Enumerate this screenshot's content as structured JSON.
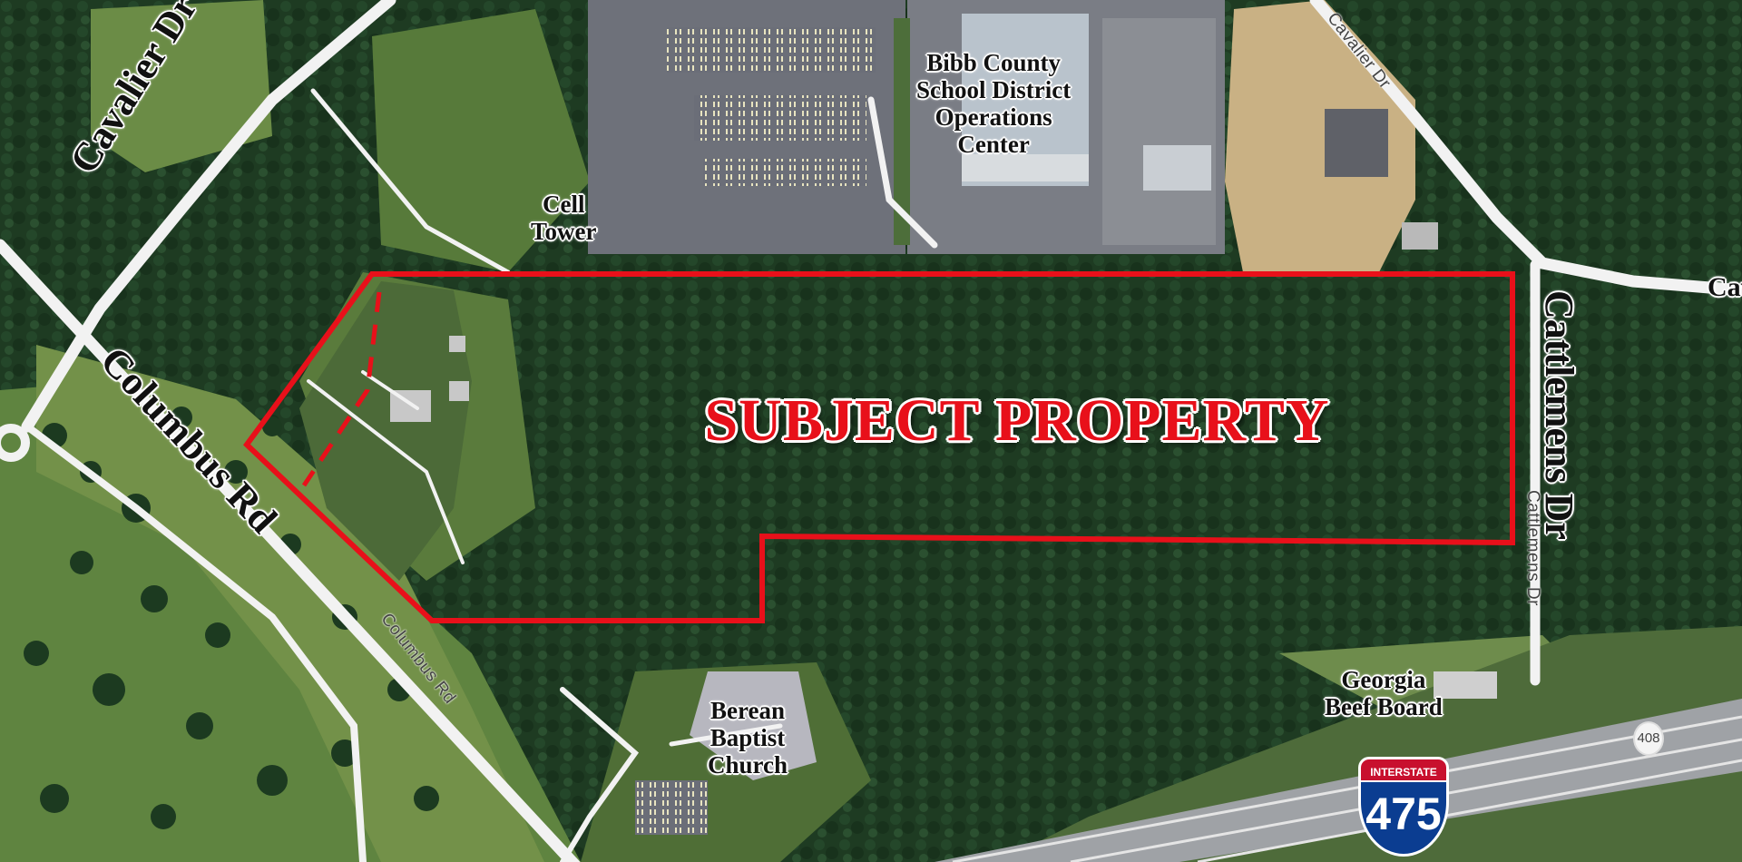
{
  "map": {
    "subject_label": "SUBJECT PROPERTY",
    "colors": {
      "boundary": "#e8101a",
      "label_red": "#e8101a",
      "road": "#f2f2f2",
      "forest": "#1e3b22",
      "field": "#5d7f3f"
    },
    "roads_large": {
      "cavalier": "Cavalier Dr",
      "columbus": "Columbus Rd",
      "cattlemens": "Cattlemens Dr",
      "cav_cut": "Cav"
    },
    "roads_small": {
      "columbus": "Columbus Rd",
      "cavalier": "Cavalier Dr",
      "cattlemens": "Cattlemens Dr"
    },
    "places": {
      "bibb": [
        "Bibb County",
        "School District",
        "Operations",
        "Center"
      ],
      "cell": [
        "Cell",
        "Tower"
      ],
      "berean": [
        "Berean",
        "Baptist",
        "Church"
      ],
      "beef": [
        "Georgia",
        "Beef Board"
      ]
    },
    "interstate": {
      "banner": "INTERSTATE",
      "number": "475"
    },
    "state_route": "408"
  }
}
